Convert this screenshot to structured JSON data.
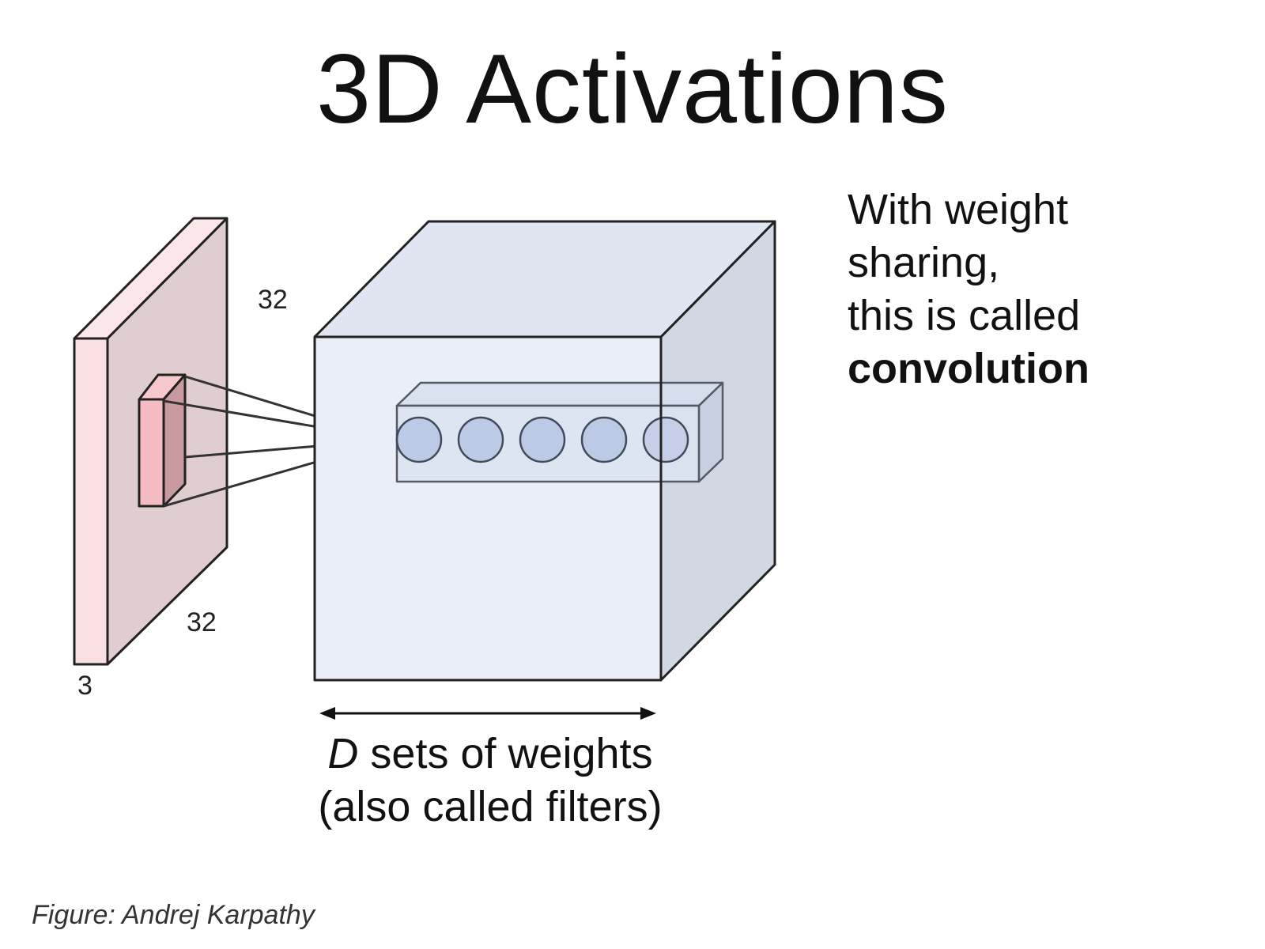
{
  "title": "3D Activations",
  "input_volume": {
    "height_label": "32",
    "width_label": "32",
    "depth_label": "3",
    "colors": {
      "front": "#f9dfe2",
      "side": "#e0cdcf",
      "top": "#fbe7ea",
      "patch_front": "#f4bcc2",
      "patch_side": "#c89aa0"
    }
  },
  "output_volume": {
    "neuron_count": 5,
    "colors": {
      "front": "#e9eef7",
      "side": "#d1d8e4",
      "top": "#dfe6f2",
      "neuron": "#bdcae6",
      "edge": "#222222"
    }
  },
  "note": {
    "line1": "With weight",
    "line2": "sharing,",
    "line3": "this is called",
    "line4": "convolution"
  },
  "caption": {
    "var": "D",
    "line1_rest": " sets of weights",
    "line2": "(also called filters)"
  },
  "credit": "Figure: Andrej Karpathy"
}
